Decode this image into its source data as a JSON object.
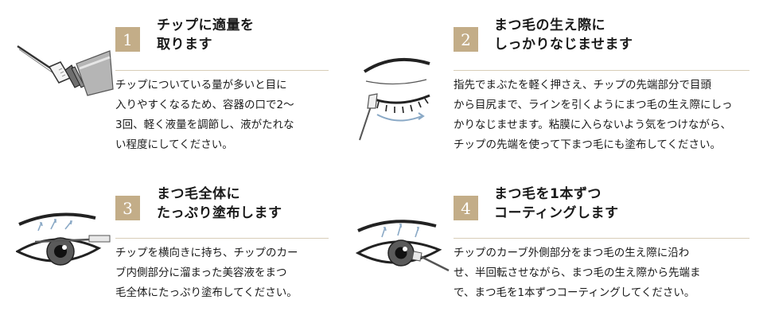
{
  "steps": [
    {
      "number": "1",
      "title_lines": [
        "チップに適量を",
        "取ります"
      ],
      "body_lines": [
        "チップについている量が多いと目に",
        "入りやすくなるため、容器の口で2～",
        "3回、軽く液量を調節し、液がたれな",
        "い程度にしてください。"
      ]
    },
    {
      "number": "2",
      "title_lines": [
        "まつ毛の生え際に",
        "しっかりなじませます"
      ],
      "body_lines": [
        "指先でまぶたを軽く押さえ、チップの先端部分で目頭",
        "から目尻まで、ラインを引くようにまつ毛の生え際にしっ",
        "かりなじませます。粘膜に入らないよう気をつけながら、",
        "チップの先端を使って下まつ毛にも塗布してください。"
      ]
    },
    {
      "number": "3",
      "title_lines": [
        "まつ毛全体に",
        "たっぷり塗布します"
      ],
      "body_lines": [
        "チップを横向きに持ち、チップのカー",
        "ブ内側部分に溜まった美容液をまつ",
        "毛全体にたっぷり塗布してください。"
      ]
    },
    {
      "number": "4",
      "title_lines": [
        "まつ毛を1本ずつ",
        "コーティングします"
      ],
      "body_lines": [
        "チップのカーブ外側部分をまつ毛の生え際に沿わ",
        "せ、半回転させながら、まつ毛の生え際から先端ま",
        "で、まつ毛を1本ずつコーティングしてください。"
      ]
    }
  ],
  "icons": {
    "step1": "applicator-wand-icon",
    "step2": "closed-eye-applicator-icon",
    "step3": "open-eye-applicator-side-icon",
    "step4": "open-eye-applicator-tip-icon"
  },
  "colors": {
    "number_badge": "#c3ad88",
    "rule": "#d8cdb8",
    "text": "#1a1a1a"
  }
}
